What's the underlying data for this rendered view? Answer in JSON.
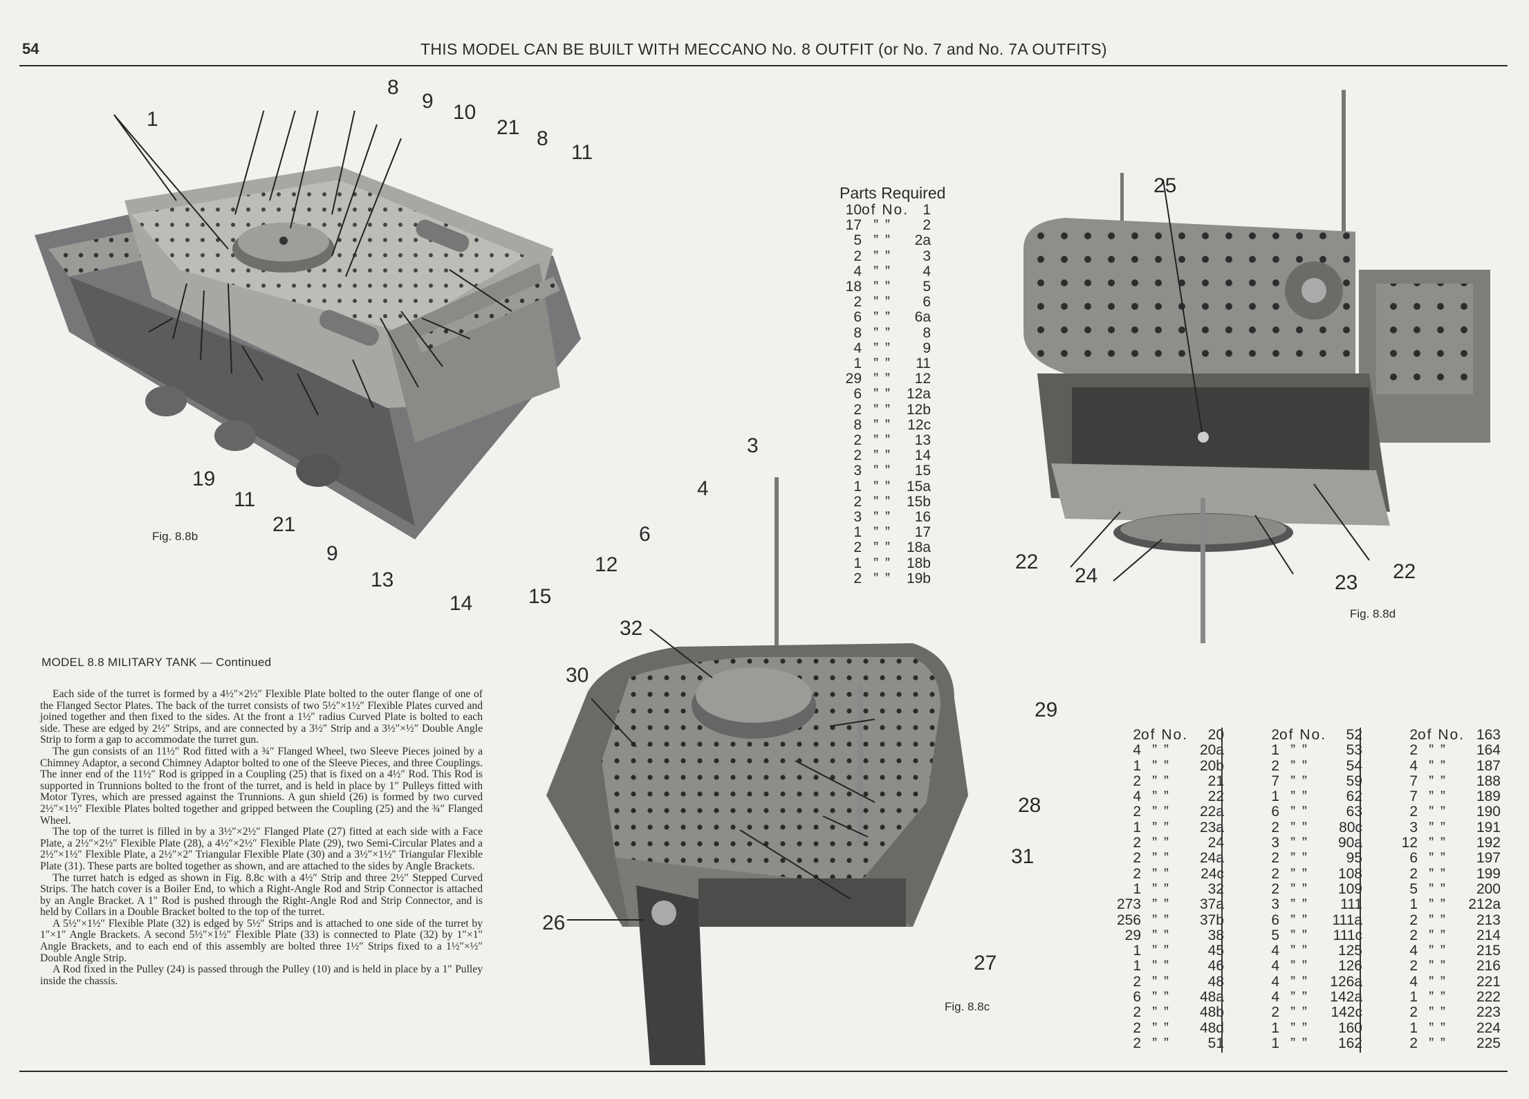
{
  "header": {
    "page_number": "54",
    "title": "THIS MODEL CAN BE BUILT WITH MECCANO No. 8 OUTFIT (or No. 7 and No. 7A OUTFITS)"
  },
  "figures": {
    "fig_b": {
      "caption": "Fig. 8.8b",
      "labels": [
        "1",
        "8",
        "9",
        "10",
        "21",
        "8",
        "11",
        "3",
        "4",
        "6",
        "12",
        "15",
        "14",
        "13",
        "9",
        "21",
        "11",
        "19"
      ]
    },
    "fig_c": {
      "caption": "Fig. 8.8c",
      "labels": [
        "32",
        "30",
        "29",
        "28",
        "31",
        "27",
        "26"
      ]
    },
    "fig_d": {
      "caption": "Fig. 8.8d",
      "labels": [
        "25",
        "22",
        "24",
        "23",
        "22"
      ]
    }
  },
  "parts_required": {
    "heading": "Parts Required",
    "rows": [
      {
        "qty": "10",
        "ditto": "of No.",
        "num": "1"
      },
      {
        "qty": "17",
        "ditto": "” ”",
        "num": "2"
      },
      {
        "qty": "5",
        "ditto": "” ”",
        "num": "2a"
      },
      {
        "qty": "2",
        "ditto": "” ”",
        "num": "3"
      },
      {
        "qty": "4",
        "ditto": "” ”",
        "num": "4"
      },
      {
        "qty": "18",
        "ditto": "” ”",
        "num": "5"
      },
      {
        "qty": "2",
        "ditto": "” ”",
        "num": "6"
      },
      {
        "qty": "6",
        "ditto": "” ”",
        "num": "6a"
      },
      {
        "qty": "8",
        "ditto": "” ”",
        "num": "8"
      },
      {
        "qty": "4",
        "ditto": "” ”",
        "num": "9"
      },
      {
        "qty": "1",
        "ditto": "” ”",
        "num": "11"
      },
      {
        "qty": "29",
        "ditto": "” ”",
        "num": "12"
      },
      {
        "qty": "6",
        "ditto": "” ”",
        "num": "12a"
      },
      {
        "qty": "2",
        "ditto": "” ”",
        "num": "12b"
      },
      {
        "qty": "8",
        "ditto": "” ”",
        "num": "12c"
      },
      {
        "qty": "2",
        "ditto": "” ”",
        "num": "13"
      },
      {
        "qty": "2",
        "ditto": "” ”",
        "num": "14"
      },
      {
        "qty": "3",
        "ditto": "” ”",
        "num": "15"
      },
      {
        "qty": "1",
        "ditto": "” ”",
        "num": "15a"
      },
      {
        "qty": "2",
        "ditto": "” ”",
        "num": "15b"
      },
      {
        "qty": "3",
        "ditto": "” ”",
        "num": "16"
      },
      {
        "qty": "1",
        "ditto": "” ”",
        "num": "17"
      },
      {
        "qty": "2",
        "ditto": "” ”",
        "num": "18a"
      },
      {
        "qty": "1",
        "ditto": "” ”",
        "num": "18b"
      },
      {
        "qty": "2",
        "ditto": "” ”",
        "num": "19b"
      }
    ]
  },
  "model_title": "MODEL 8.8  MILITARY TANK — Continued",
  "instructions": [
    "Each side of the turret is formed by a 4½″×2½″ Flexible Plate bolted to the outer flange of one of the Flanged Sector Plates. The back of the turret consists of two 5½″×1½″ Flexible Plates curved and joined together and then fixed to the sides. At the front a 1½″ radius Curved Plate is bolted to each side. These are edged by 2½″ Strips, and are connected by a 3½″ Strip and a 3½″×½″ Double Angle Strip to form a gap to accommodate the turret gun.",
    "The gun consists of an 11½″ Rod fitted with a ¾″ Flanged Wheel, two Sleeve Pieces joined by a Chimney Adaptor, a second Chimney Adaptor bolted to one of the Sleeve Pieces, and three Couplings. The inner end of the 11½″ Rod is gripped in a Coupling (25) that is fixed on a 4½″ Rod. This Rod is supported in Trunnions bolted to the front of the turret, and is held in place by 1″ Pulleys fitted with Motor Tyres, which are pressed against the Trunnions. A gun shield (26) is formed by two curved 2½″×1½″ Flexible Plates bolted together and gripped between the Coupling (25) and the ¾″ Flanged Wheel.",
    "The top of the turret is filled in by a 3½″×2½″ Flanged Plate (27) fitted at each side with a Face Plate, a 2½″×2½″ Flexible Plate (28), a 4½″×2½″ Flexible Plate (29), two Semi-Circular Plates and a 2½″×1½″ Flexible Plate, a 2½″×2″ Triangular Flexible Plate (30) and a 3½″×1½″ Triangular Flexible Plate (31). These parts are bolted together as shown, and are attached to the sides by Angle Brackets.",
    "The turret hatch is edged as shown in Fig. 8.8c with a 4½″ Strip and three 2½″ Stepped Curved Strips. The hatch cover is a Boiler End, to which a Right-Angle Rod and Strip Connector is attached by an Angle Bracket. A 1″ Rod is pushed through the Right-Angle Rod and Strip Connector, and is held by Collars in a Double Bracket bolted to the top of the turret.",
    "A 5½″×1½″ Flexible Plate (32) is edged by 5½″ Strips and is attached to one side of the turret by 1″×1″ Angle Brackets. A second 5½″×1½″ Flexible Plate (33) is connected to Plate (32) by 1″×1″ Angle Brackets, and to each end of this assembly are bolted three 1½″ Strips fixed to a 1½″×½″ Double Angle Strip.",
    "A Rod fixed in the Pulley (24) is passed through the Pulley (10) and is held in place by a 1″ Pulley inside the chassis."
  ],
  "parts_table": {
    "col1": [
      [
        "2",
        "of No.",
        "20"
      ],
      [
        "4",
        "” ”",
        "20a"
      ],
      [
        "1",
        "” ”",
        "20b"
      ],
      [
        "2",
        "” ”",
        "21"
      ],
      [
        "4",
        "” ”",
        "22"
      ],
      [
        "2",
        "” ”",
        "22a"
      ],
      [
        "1",
        "” ”",
        "23a"
      ],
      [
        "2",
        "” ”",
        "24"
      ],
      [
        "2",
        "” ”",
        "24a"
      ],
      [
        "2",
        "” ”",
        "24c"
      ],
      [
        "1",
        "” ”",
        "32"
      ],
      [
        "273",
        "” ”",
        "37a"
      ],
      [
        "256",
        "” ”",
        "37b"
      ],
      [
        "29",
        "” ”",
        "38"
      ],
      [
        "1",
        "” ”",
        "45"
      ],
      [
        "1",
        "” ”",
        "46"
      ],
      [
        "2",
        "” ”",
        "48"
      ],
      [
        "6",
        "” ”",
        "48a"
      ],
      [
        "2",
        "” ”",
        "48b"
      ],
      [
        "2",
        "” ”",
        "48d"
      ],
      [
        "2",
        "” ”",
        "51"
      ]
    ],
    "col2": [
      [
        "2",
        "of No.",
        "52"
      ],
      [
        "1",
        "” ”",
        "53"
      ],
      [
        "2",
        "” ”",
        "54"
      ],
      [
        "7",
        "” ”",
        "59"
      ],
      [
        "1",
        "” ”",
        "62"
      ],
      [
        "6",
        "” ”",
        "63"
      ],
      [
        "2",
        "” ”",
        "80c"
      ],
      [
        "3",
        "” ”",
        "90a"
      ],
      [
        "2",
        "” ”",
        "95"
      ],
      [
        "2",
        "” ”",
        "108"
      ],
      [
        "2",
        "” ”",
        "109"
      ],
      [
        "3",
        "” ”",
        "111"
      ],
      [
        "6",
        "” ”",
        "111a"
      ],
      [
        "5",
        "” ”",
        "111c"
      ],
      [
        "4",
        "” ”",
        "125"
      ],
      [
        "4",
        "” ”",
        "126"
      ],
      [
        "4",
        "” ”",
        "126a"
      ],
      [
        "4",
        "” ”",
        "142a"
      ],
      [
        "2",
        "” ”",
        "142c"
      ],
      [
        "1",
        "” ”",
        "160"
      ],
      [
        "1",
        "” ”",
        "162"
      ]
    ],
    "col3": [
      [
        "2",
        "of No.",
        "163"
      ],
      [
        "2",
        "” ”",
        "164"
      ],
      [
        "4",
        "” ”",
        "187"
      ],
      [
        "7",
        "” ”",
        "188"
      ],
      [
        "7",
        "” ”",
        "189"
      ],
      [
        "2",
        "” ”",
        "190"
      ],
      [
        "3",
        "” ”",
        "191"
      ],
      [
        "12",
        "” ”",
        "192"
      ],
      [
        "6",
        "” ”",
        "197"
      ],
      [
        "2",
        "” ”",
        "199"
      ],
      [
        "5",
        "” ”",
        "200"
      ],
      [
        "1",
        "” ”",
        "212a"
      ],
      [
        "2",
        "” ”",
        "213"
      ],
      [
        "2",
        "” ”",
        "214"
      ],
      [
        "4",
        "” ”",
        "215"
      ],
      [
        "2",
        "” ”",
        "216"
      ],
      [
        "4",
        "” ”",
        "221"
      ],
      [
        "1",
        "” ”",
        "222"
      ],
      [
        "2",
        "” ”",
        "223"
      ],
      [
        "1",
        "” ”",
        "224"
      ],
      [
        "2",
        "” ”",
        "225"
      ]
    ]
  }
}
